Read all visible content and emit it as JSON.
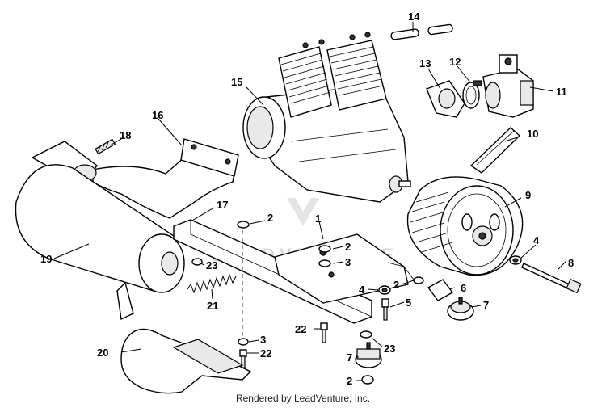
{
  "diagram": {
    "credit": "Rendered by LeadVenture, Inc.",
    "watermark": "LEADVENTURE",
    "callouts": {
      "c1": "1",
      "c2a": "2",
      "c2b": "2",
      "c2c": "2",
      "c2d": "2",
      "c3a": "3",
      "c3b": "3",
      "c4a": "4",
      "c4b": "4",
      "c5": "5",
      "c6": "6",
      "c7a": "7",
      "c7b": "7",
      "c8": "8",
      "c9": "9",
      "c10": "10",
      "c11": "11",
      "c12": "12",
      "c13": "13",
      "c14": "14",
      "c15": "15",
      "c16": "16",
      "c17": "17",
      "c18": "18",
      "c19": "19",
      "c20": "20",
      "c21": "21",
      "c22a": "22",
      "c22b": "22",
      "c23a": "23",
      "c23b": "23"
    }
  }
}
